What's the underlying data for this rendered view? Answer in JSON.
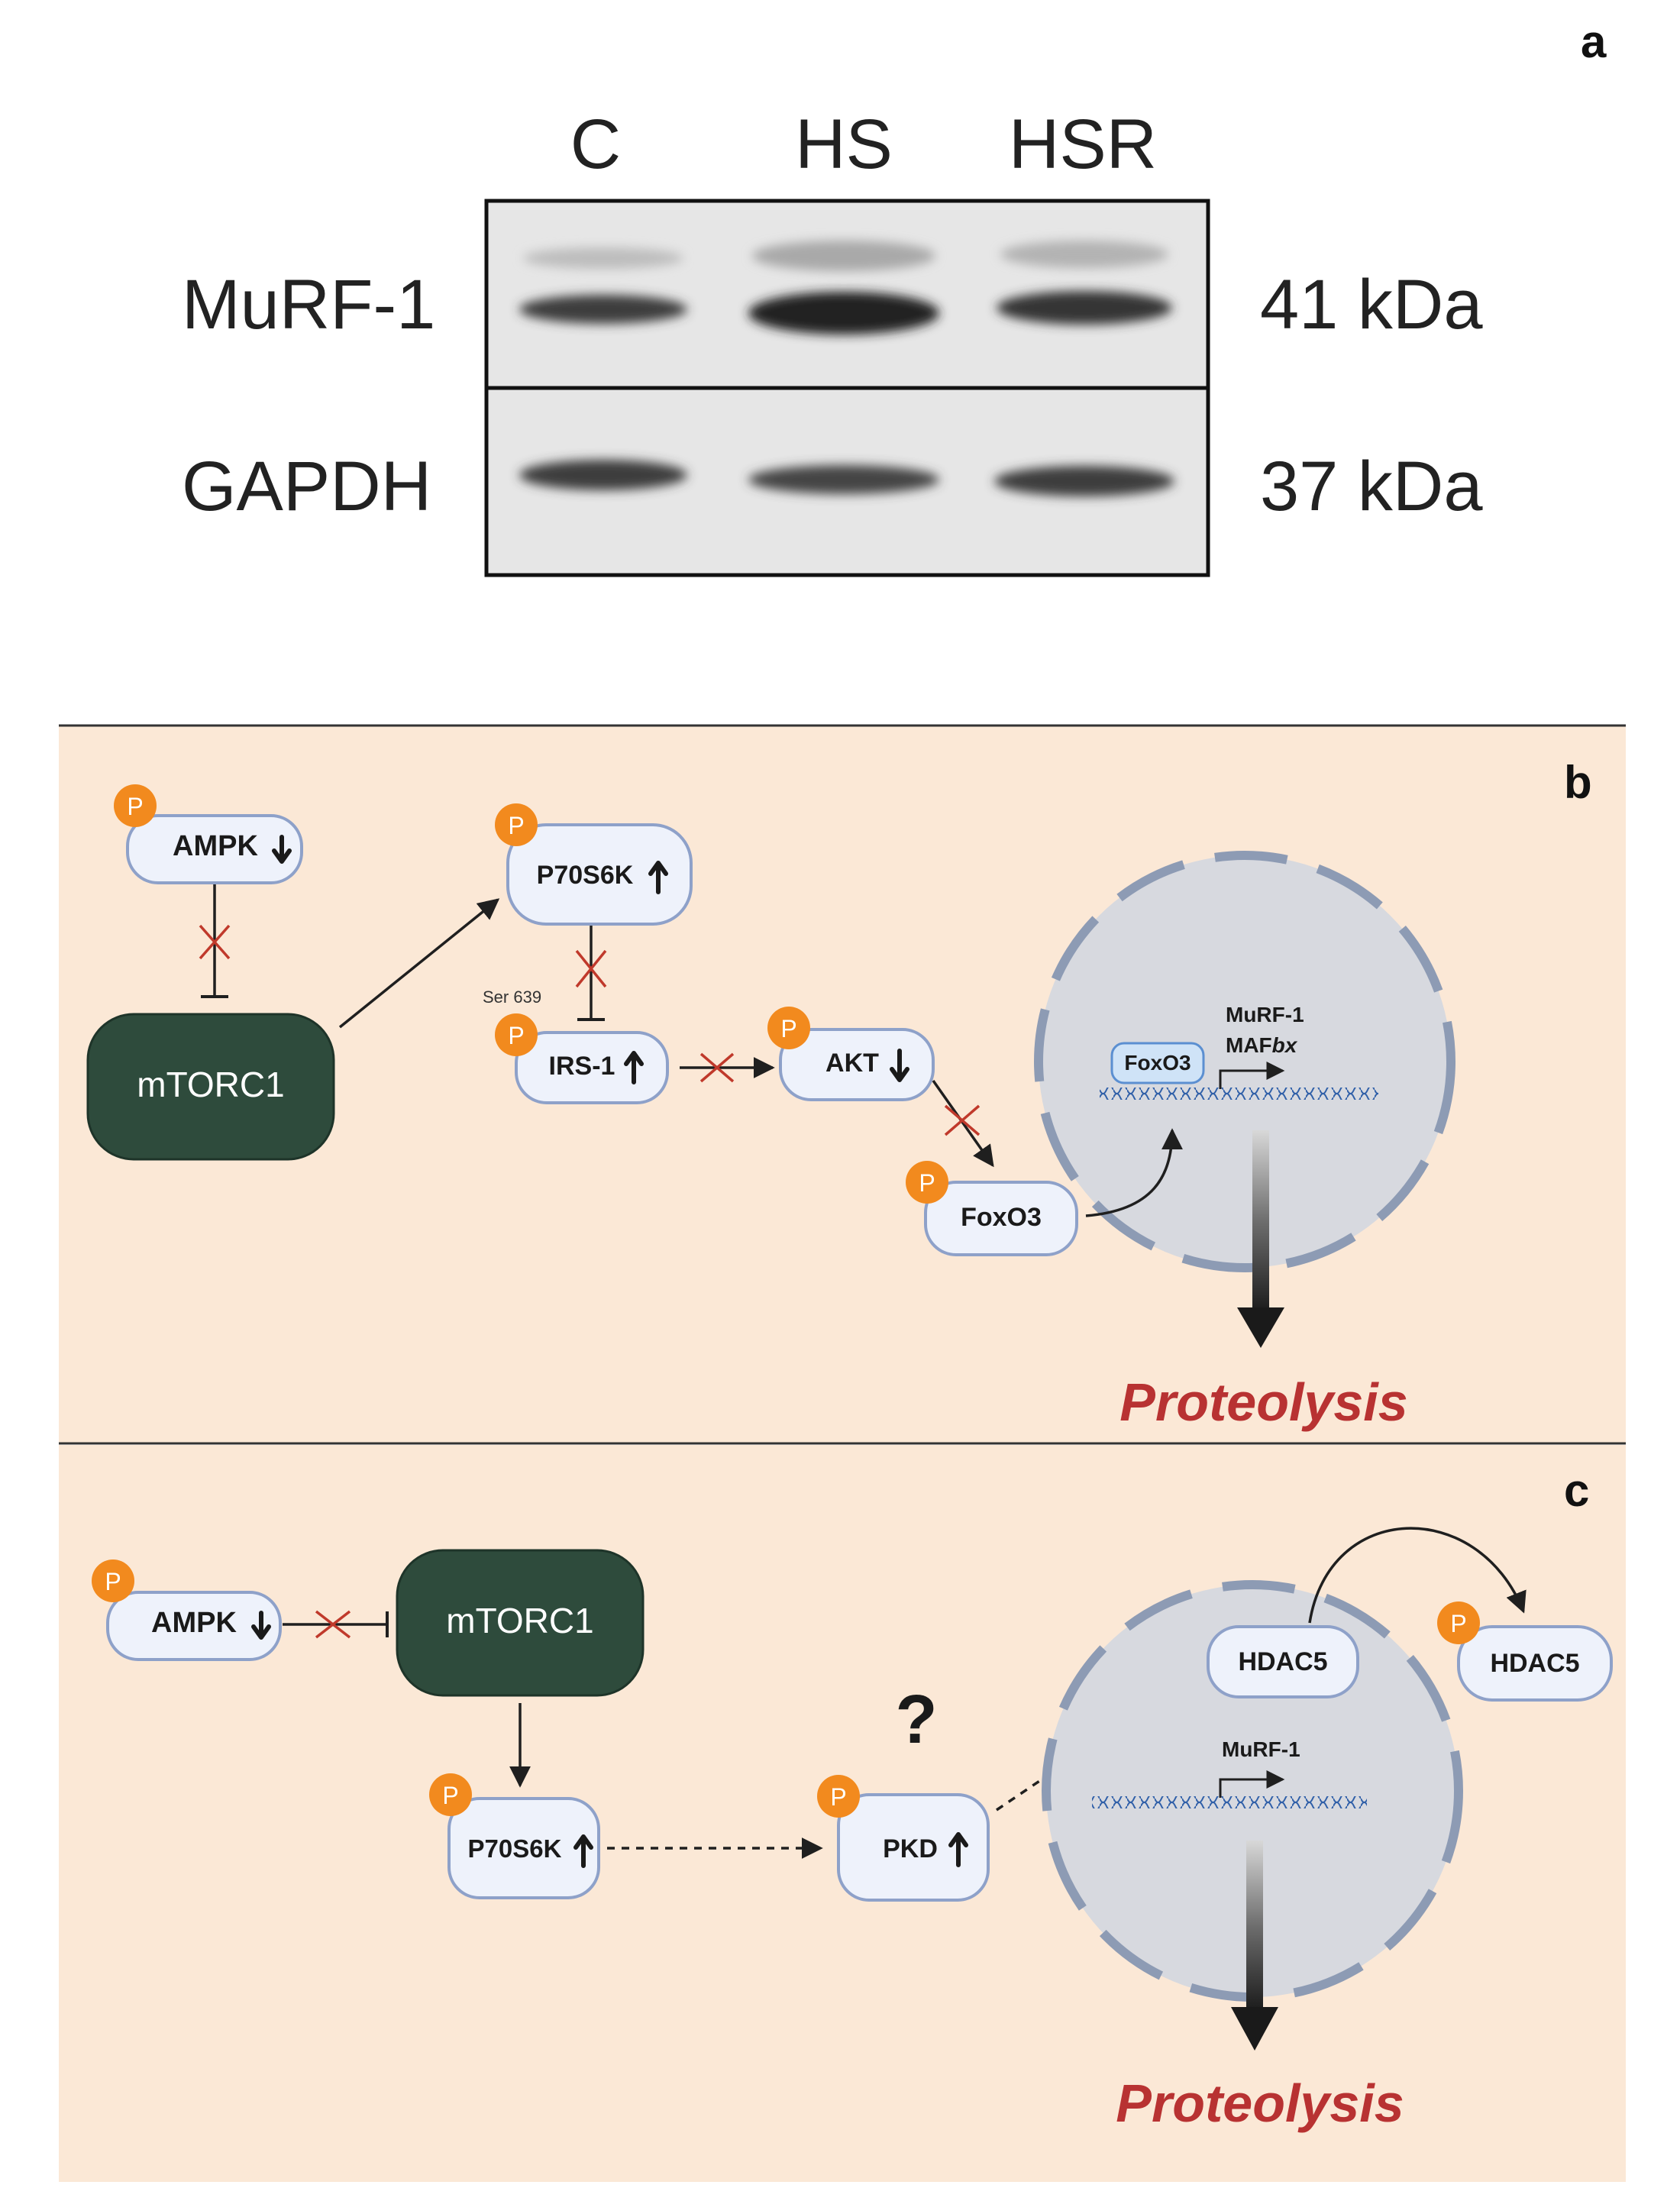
{
  "panel_a": {
    "label": "a",
    "lanes": [
      "C",
      "HS",
      "HSR"
    ],
    "rows": [
      {
        "protein": "MuRF-1",
        "mass": "41 kDa"
      },
      {
        "protein": "GAPDH",
        "mass": "37 kDa"
      }
    ]
  },
  "panel_b": {
    "label": "b",
    "nodes": {
      "ampk": "AMPK",
      "mtorc1": "mTORC1",
      "p70s6k": "P70S6K",
      "irs1": "IRS-1",
      "akt": "AKT",
      "foxo3": "FoxO3",
      "foxo3_nuclear": "FoxO3"
    },
    "site_label": "Ser 639",
    "gene_murf1": "MuRF-1",
    "gene_mafbx_prefix": "MAF",
    "gene_mafbx_suffix": "bx",
    "outcome": "Proteolysis"
  },
  "panel_c": {
    "label": "c",
    "nodes": {
      "ampk": "AMPK",
      "mtorc1": "mTORC1",
      "p70s6k": "P70S6K",
      "pkd": "PKD",
      "hdac5_nuclear": "HDAC5",
      "hdac5_cyto": "HDAC5"
    },
    "question": "?",
    "gene_murf1": "MuRF-1",
    "outcome": "Proteolysis"
  },
  "phospho_label": "P",
  "colors": {
    "panel_bg": "#fbe8d6",
    "node_fill": "#eef2fb",
    "node_stroke": "#8ea1c9",
    "mtorc1_fill": "#2e4b3c",
    "phospho": "#f28a1e",
    "nucleus_fill": "#d7d9df",
    "nucleus_stroke": "#8d9bb4",
    "inhibit_x": "#c0392b",
    "proteolysis": "#b83232",
    "dna": "#2f5fa8"
  }
}
